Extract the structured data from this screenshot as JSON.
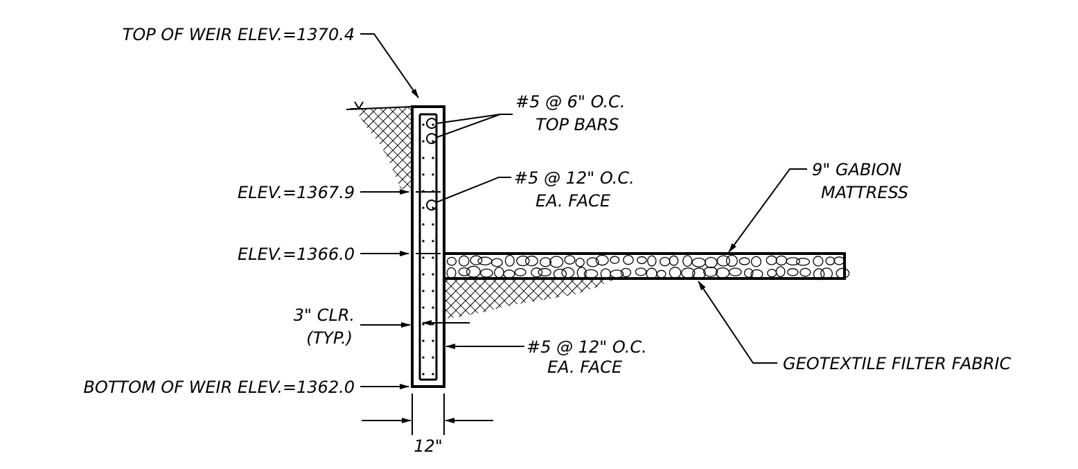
{
  "labels": {
    "top_of_weir": "TOP OF WEIR ELEV.=1370.4",
    "elev_mid": "ELEV.=1367.9",
    "elev_gabion": "ELEV.=1366.0",
    "clear_line1": "3\" CLR.",
    "clear_line2": "(TYP.)",
    "bottom_of_weir": "BOTTOM OF WEIR ELEV.=1362.0",
    "top_bars_line1": "#5 @ 6\" O.C.",
    "top_bars_line2": "TOP BARS",
    "mid_bars_line1": "#5 @ 12\" O.C.",
    "mid_bars_line2": "EA. FACE",
    "low_bars_line1": "#5 @ 12\" O.C.",
    "low_bars_line2": "EA. FACE",
    "gabion_line1": "9\" GABION",
    "gabion_line2": "MATTRESS",
    "geotextile": "GEOTEXTILE FILTER FABRIC",
    "width_dim": "12\""
  }
}
